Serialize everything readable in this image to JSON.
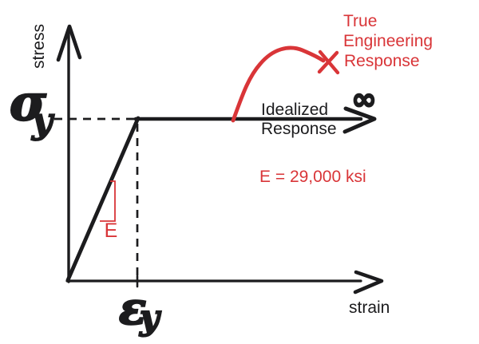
{
  "figure": {
    "y_axis_label": "stress",
    "x_axis_label": "strain",
    "sigma": {
      "symbol": "σ",
      "sub": "y"
    },
    "epsilon": {
      "symbol": "ε",
      "sub": "y"
    },
    "infinity": "∞",
    "idealized": {
      "line1": "Idealized",
      "line2": "Response"
    },
    "true_response": {
      "line1": "True",
      "line2": "Engineering",
      "line3": "Response"
    },
    "modulus": "E = 29,000 ksi",
    "slope_label": "E"
  },
  "colors": {
    "ink": "#1c1c1e",
    "red": "#d93538",
    "background": "#ffffff"
  },
  "chart_data": {
    "type": "line",
    "title": "",
    "xlabel": "strain",
    "ylabel": "stress",
    "axes_numeric": false,
    "grid": false,
    "annotations": [
      {
        "text": "σy",
        "meaning": "yield stress level marked by dashed line on stress axis"
      },
      {
        "text": "εy",
        "meaning": "yield strain marked by tick and dashed line on strain axis"
      },
      {
        "text": "E",
        "meaning": "slope of elastic portion (right-angle rise mark)"
      },
      {
        "text": "E = 29,000 ksi",
        "meaning": "elastic modulus value"
      },
      {
        "text": "∞",
        "meaning": "plastic plateau extends to infinite strain (arrow)"
      },
      {
        "text": "X",
        "meaning": "fracture point terminating true engineering curve"
      }
    ],
    "series": [
      {
        "name": "Idealized Response",
        "color": "#1c1c1e",
        "x_over_epsilon_y": [
          0,
          1,
          4.3
        ],
        "y_over_sigma_y": [
          0,
          1,
          1
        ],
        "description": "Elastic-perfectly-plastic: linear from origin with slope E = 29,000 ksi up to yield point (εy, σy), then flat plateau at σy with arrow to infinity"
      },
      {
        "name": "True Engineering Response",
        "color": "#d93538",
        "x_over_epsilon_y": [
          2.4,
          2.8,
          3.2,
          3.7
        ],
        "y_over_sigma_y": [
          1.0,
          1.3,
          1.45,
          1.37
        ],
        "description": "Departs upward from plateau after yield, rises to ultimate strength peak, then falls slightly to fracture marked with X"
      }
    ]
  }
}
